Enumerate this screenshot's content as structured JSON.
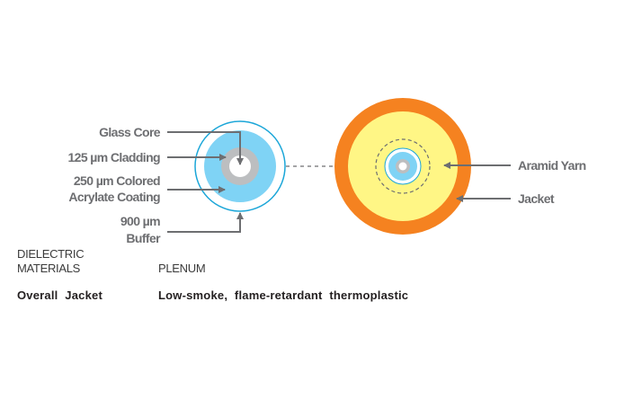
{
  "diagram": {
    "fiber_labels": {
      "glass_core": "Glass Core",
      "cladding": "125 µm Cladding",
      "coating_line1": "250 µm Colored",
      "coating_line2": "Acrylate Coating",
      "buffer_line1": "900 µm",
      "buffer_line2": "Buffer"
    },
    "cable_labels": {
      "aramid_yarn": "Aramid Yarn",
      "jacket": "Jacket"
    },
    "colors": {
      "jacket": "#f58220",
      "aramid": "#fff685",
      "coating": "#7fd3f5",
      "cladding": "#bcbec0",
      "buffer_ring": "#1ba6d8",
      "arrow": "#6d6e71"
    }
  },
  "table": {
    "header_left_line1": "DIELECTRIC",
    "header_left_line2": "MATERIALS",
    "header_right": "PLENUM",
    "rows": [
      {
        "component": "Overall Jacket",
        "material": "Low-smoke, flame-retardant thermoplastic"
      }
    ]
  }
}
